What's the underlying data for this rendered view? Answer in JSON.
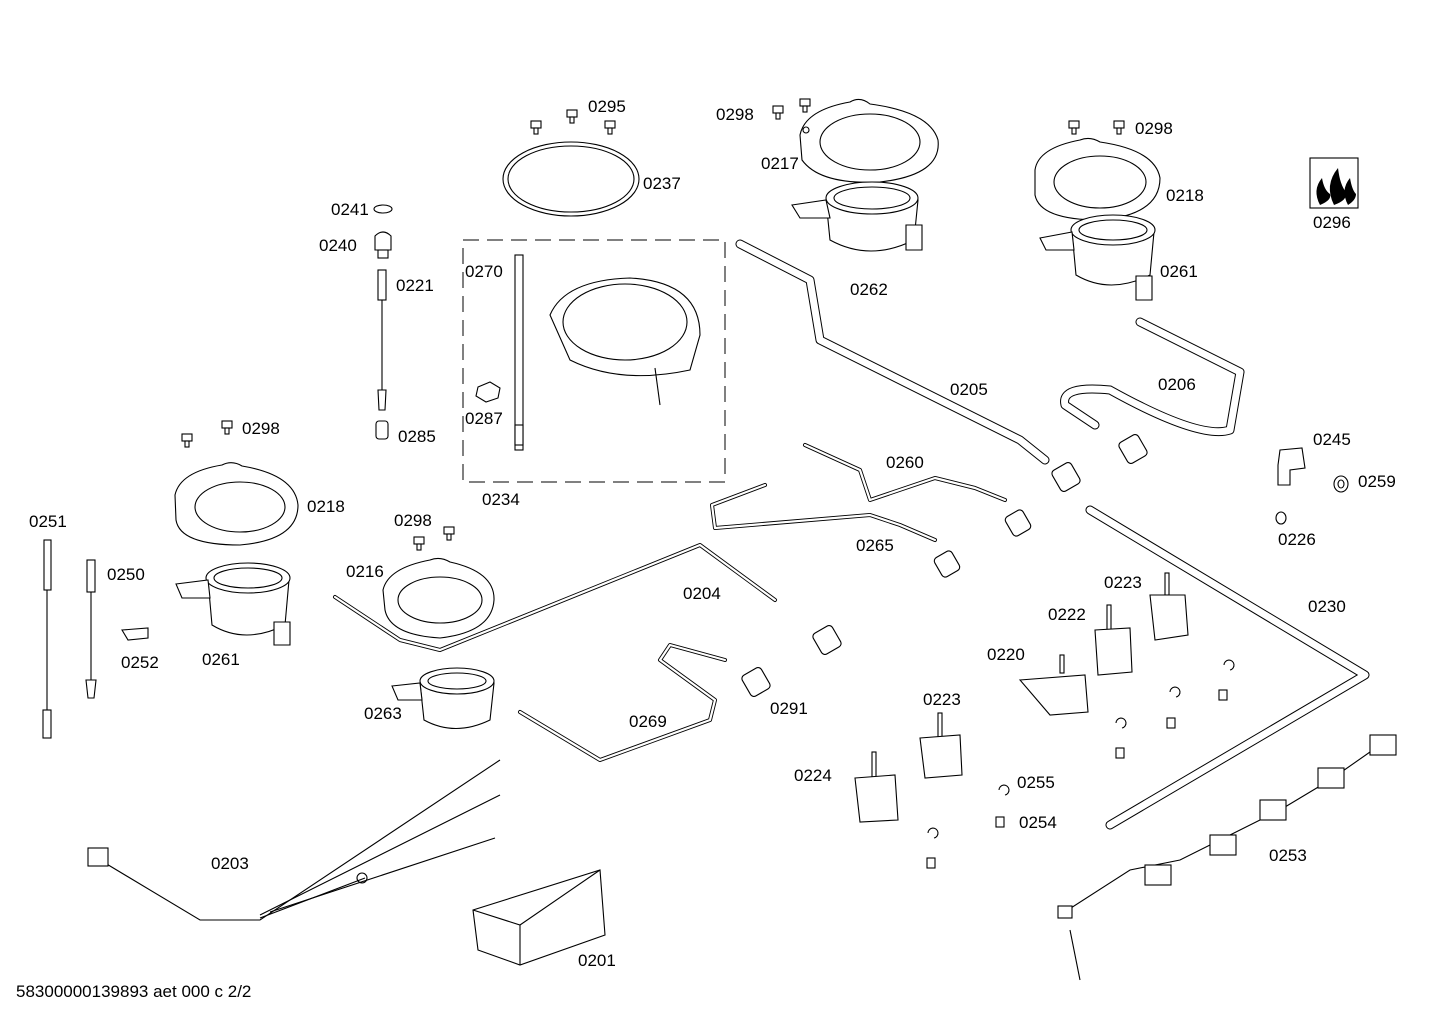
{
  "parts": {
    "p0295": "0295",
    "p0298_a": "0298",
    "p0298_b": "0298",
    "p0298_c": "0298",
    "p0298_d": "0298",
    "p0237": "0237",
    "p0217": "0217",
    "p0218_a": "0218",
    "p0218_b": "0218",
    "p0296": "0296",
    "p0241": "0241",
    "p0240": "0240",
    "p0221": "0221",
    "p0270": "0270",
    "p0262": "0262",
    "p0261_a": "0261",
    "p0261_b": "0261",
    "p0205": "0205",
    "p0206": "0206",
    "p0287": "0287",
    "p0285": "0285",
    "p0234": "0234",
    "p0260": "0260",
    "p0245": "0245",
    "p0259": "0259",
    "p0226": "0226",
    "p0251": "0251",
    "p0216": "0216",
    "p0265": "0265",
    "p0250": "0250",
    "p0204": "0204",
    "p0223_a": "0223",
    "p0223_b": "0223",
    "p0222": "0222",
    "p0230": "0230",
    "p0252": "0252",
    "p0220": "0220",
    "p0263": "0263",
    "p0291": "0291",
    "p0269": "0269",
    "p0224": "0224",
    "p0255": "0255",
    "p0254": "0254",
    "p0253": "0253",
    "p0203": "0203",
    "p0201": "0201"
  },
  "footer": "58300000139893 aet 000 c 2/2"
}
